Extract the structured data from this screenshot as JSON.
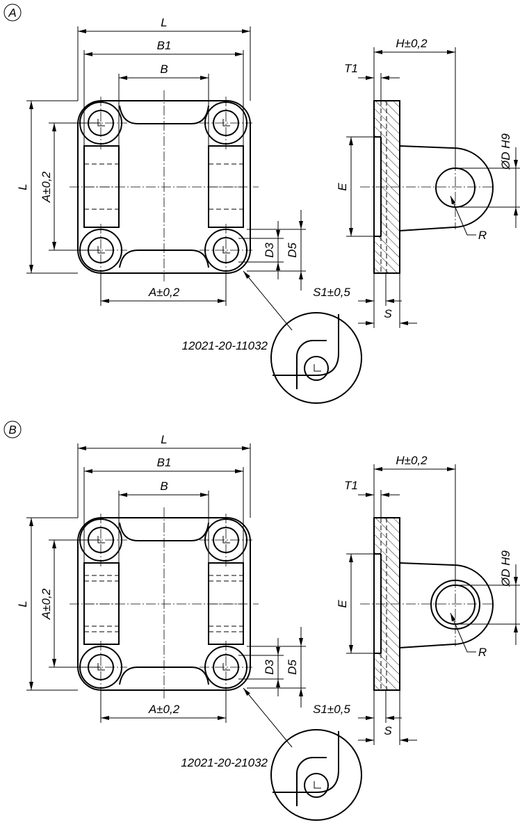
{
  "views": [
    {
      "id": "A",
      "marker": "A",
      "part_number": "12021-20-11032",
      "labels": {
        "L": "L",
        "B1": "B1",
        "B": "B",
        "L_left": "L",
        "A_left": "A±0,2",
        "A_bottom": "A±0,2",
        "D3": "D3",
        "D5": "D5",
        "H": "H±0,2",
        "T1": "T1",
        "D": "ØD H9",
        "E": "E",
        "R": "R",
        "S1": "S1±0,5",
        "S": "S"
      }
    },
    {
      "id": "B",
      "marker": "B",
      "part_number": "12021-20-21032",
      "labels": {
        "L": "L",
        "B1": "B1",
        "B": "B",
        "L_left": "L",
        "A_left": "A±0,2",
        "A_bottom": "A±0,2",
        "D3": "D3",
        "D5": "D5",
        "H": "H±0,2",
        "T1": "T1",
        "D": "ØD H9",
        "E": "E",
        "R": "R",
        "S1": "S1±0,5",
        "S": "S"
      }
    }
  ]
}
